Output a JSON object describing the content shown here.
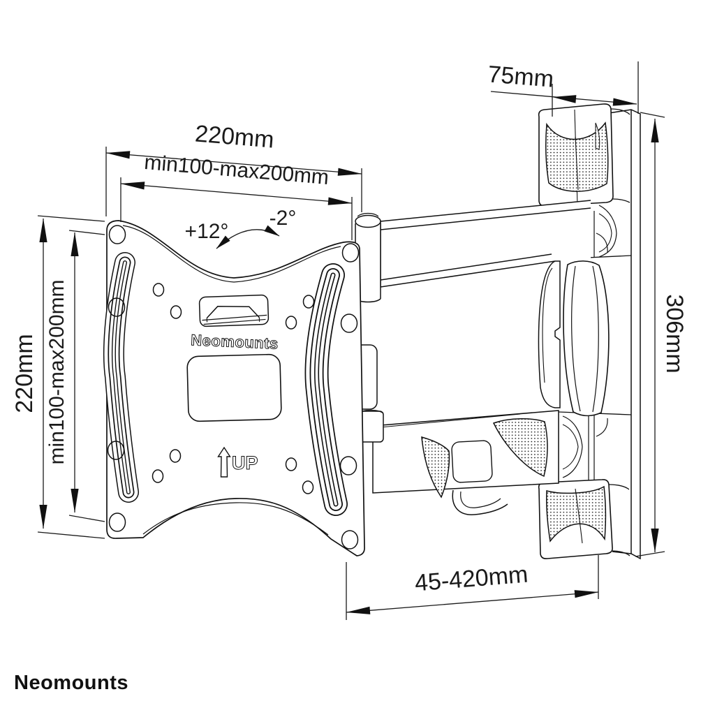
{
  "page": {
    "background": "#ffffff"
  },
  "branding": {
    "wordmark": "Neomounts",
    "wordmark_color": "#8a8a8a",
    "plate_logo": "Neomounts"
  },
  "labels": {
    "up": "UP"
  },
  "dimensions": {
    "plate_width": "220mm",
    "vesa_width": "min100-max200mm",
    "plate_height": "220mm",
    "vesa_height": "min100-max200mm",
    "tilt_up": "+12°",
    "tilt_down": "-2°",
    "bracket_width": "75mm",
    "bracket_height": "306mm",
    "extension": "45-420mm"
  },
  "colors": {
    "line": "#111111"
  }
}
